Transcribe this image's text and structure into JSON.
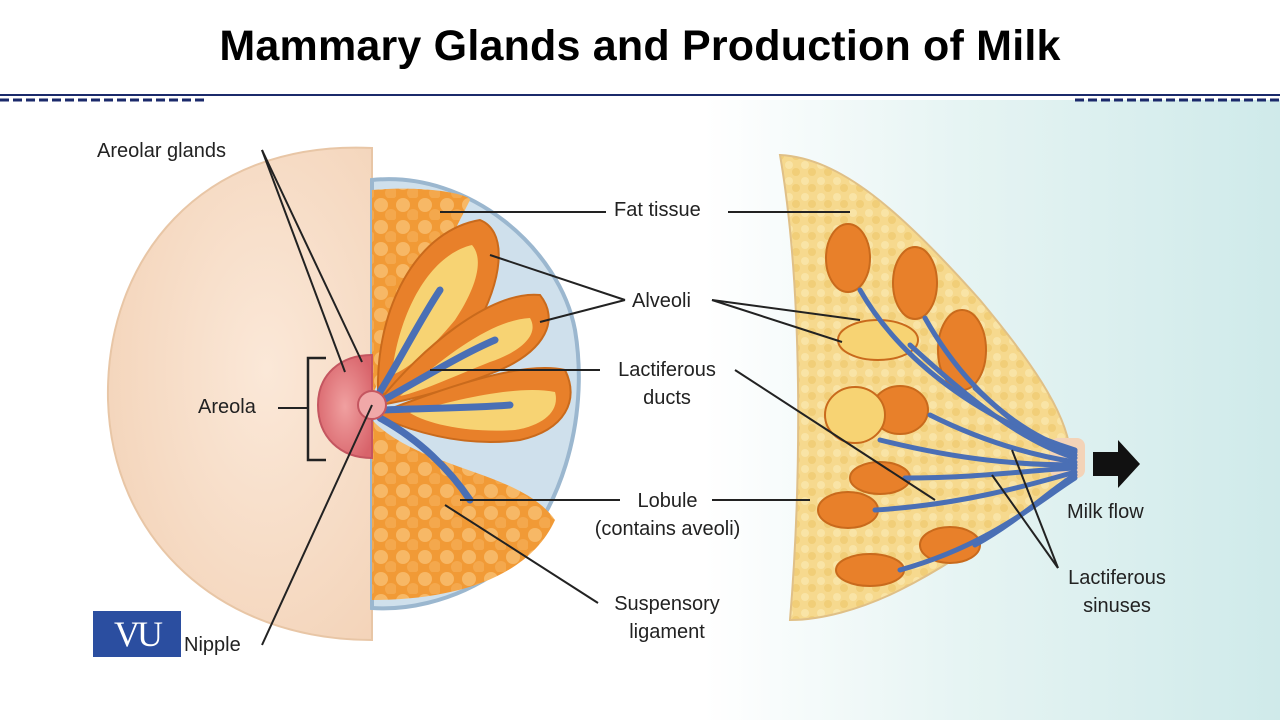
{
  "slide": {
    "title": "Mammary Glands and Production of Milk"
  },
  "labels": {
    "areolar_glands": "Areolar glands",
    "areola": "Areola",
    "nipple": "Nipple",
    "fat_tissue": "Fat tissue",
    "alveoli": "Alveoli",
    "lactiferous_ducts_1": "Lactiferous",
    "lactiferous_ducts_2": "ducts",
    "lobule_1": "Lobule",
    "lobule_2": "(contains aveoli)",
    "suspensory_1": "Suspensory",
    "suspensory_2": "ligament",
    "milk_flow": "Milk flow",
    "sinuses_1": "Lactiferous",
    "sinuses_2": "sinuses"
  },
  "logo": {
    "text": "VU"
  },
  "colors": {
    "skin": "#f7dcc6",
    "lobe_orange": "#ee8a1f",
    "fat_yellow": "#f7d98a",
    "duct_blue": "#4a6fb5",
    "areola_pink": "#e27c80",
    "rule_navy": "#1b2a6b"
  }
}
